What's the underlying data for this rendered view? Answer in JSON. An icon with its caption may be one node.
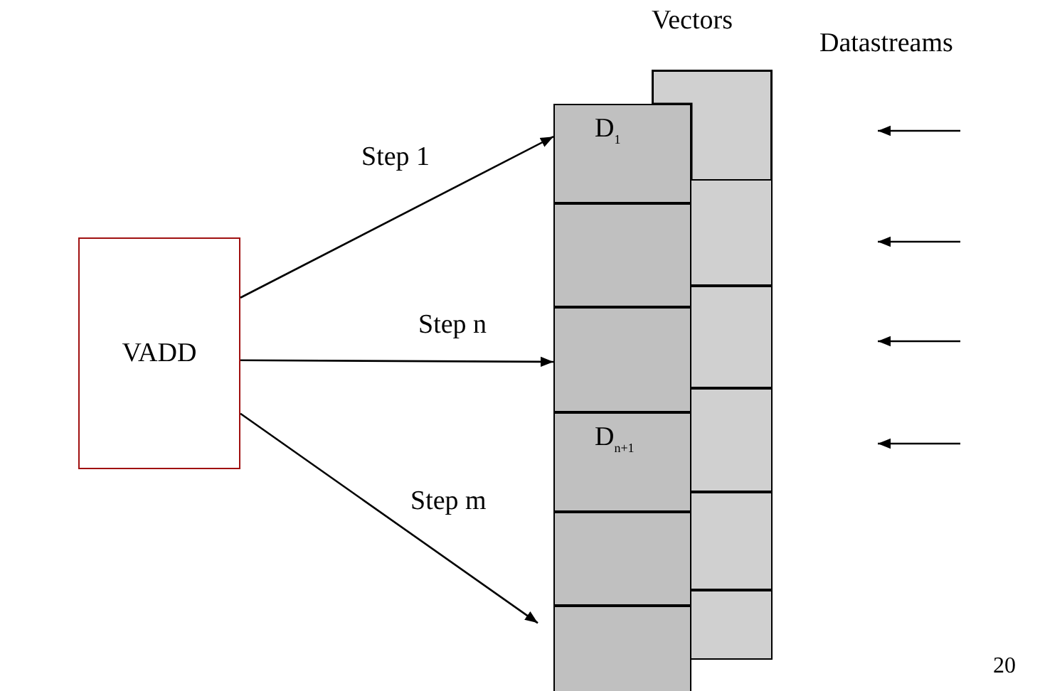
{
  "diagram": {
    "nodes": [
      {
        "text": [
          "VADD"
        ]
      },
      {
        "text": [
          "D$_{1}$"
        ]
      },
      {
        "text": [],
        "shape": "box"
      },
      {
        "text": [],
        "shape": "box"
      },
      {
        "text": [
          "D$_{n+1}$"
        ]
      },
      {
        "text": [],
        "shape": "box"
      },
      {
        "text": [],
        "shape": "box"
      },
      {
        "text": [],
        "shape": "box"
      },
      {
        "text": [],
        "shape": "box"
      },
      {
        "text": [],
        "shape": "box"
      },
      {
        "text": [],
        "shape": "box"
      },
      {
        "text": [],
        "shape": "box"
      },
      {
        "text": [],
        "shape": "box"
      }
    ],
    "edges": [
      {
        "from": 0,
        "to": 1,
        "arrow": "to",
        "label": "Step 1"
      },
      {
        "from": 0,
        "to": 3,
        "arrow": "to",
        "label": "Step n"
      },
      {
        "from": 0,
        "to": 6,
        "arrow": "to",
        "label": "Step m"
      }
    ],
    "labels": [
      "Vectors",
      "Datastreams",
      "20"
    ]
  }
}
